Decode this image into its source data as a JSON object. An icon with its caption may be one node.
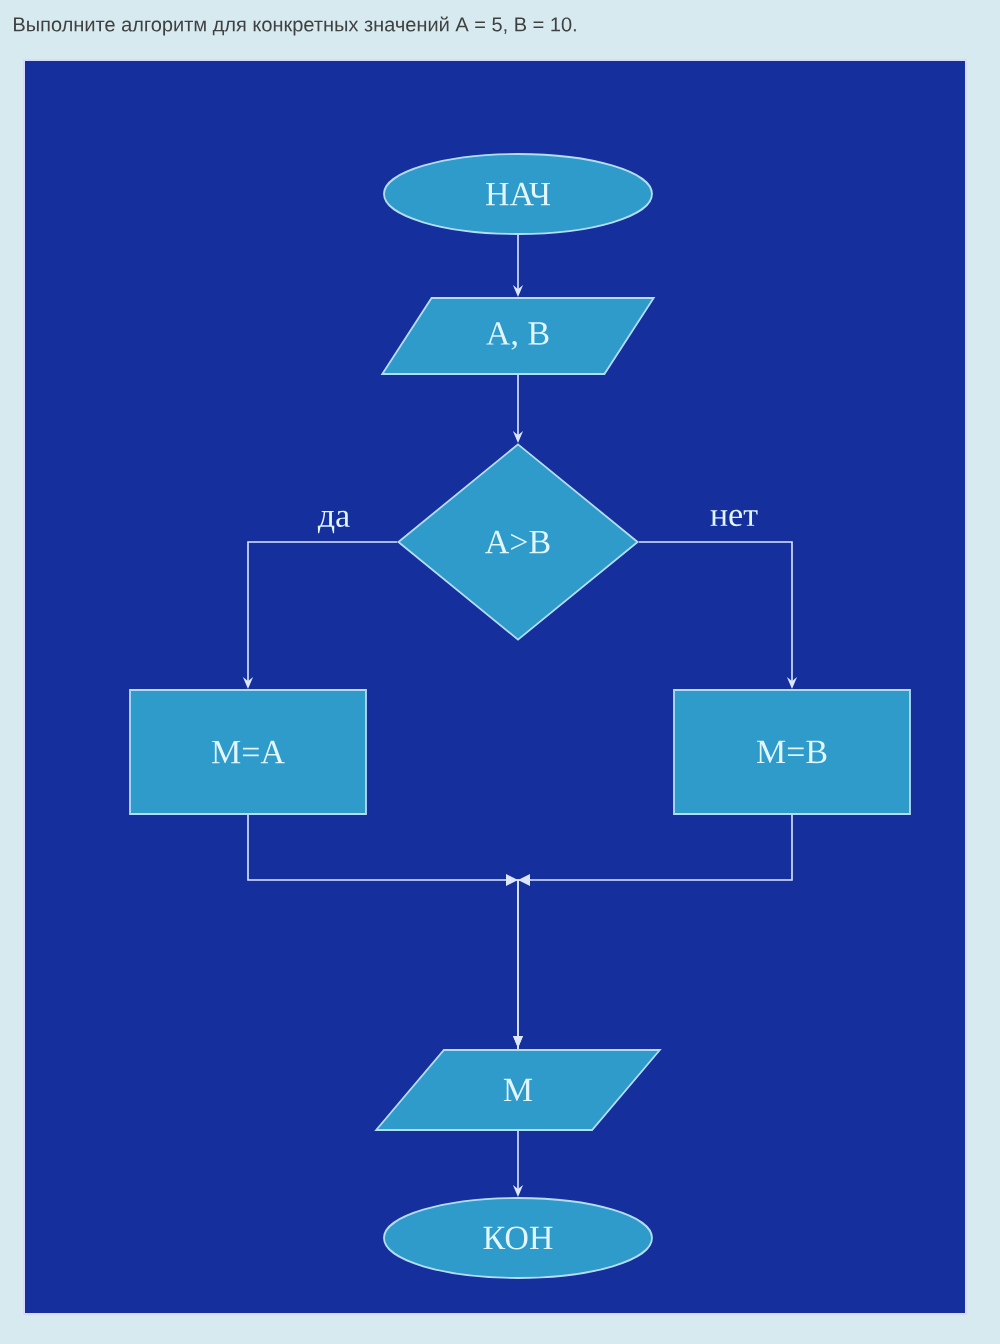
{
  "diagram": {
    "title": "Выполните алгоритм для конкретных значений A = 5, B = 10.",
    "nodes": [
      {
        "text": [
          "НАЧ"
        ]
      },
      {
        "text": [
          "A, B"
        ]
      },
      {
        "text": [
          "A>B"
        ]
      },
      {
        "text": [
          "M=A"
        ]
      },
      {
        "text": [
          "M=B"
        ]
      },
      {
        "text": [
          "M"
        ]
      },
      {
        "text": [
          "КОН"
        ]
      }
    ],
    "edges": [
      {
        "from": 0,
        "to": 1,
        "arrow": "to"
      },
      {
        "from": 1,
        "to": 2,
        "arrow": "to"
      },
      {
        "from": 2,
        "to": 3,
        "arrow": "to",
        "label": "да"
      },
      {
        "from": 2,
        "to": 4,
        "arrow": "to",
        "label": "нет"
      },
      {
        "from": 3,
        "to": 5,
        "arrow": "to"
      },
      {
        "from": 4,
        "to": 5,
        "arrow": "to"
      },
      {
        "from": 5,
        "to": 6,
        "arrow": "to"
      }
    ]
  }
}
